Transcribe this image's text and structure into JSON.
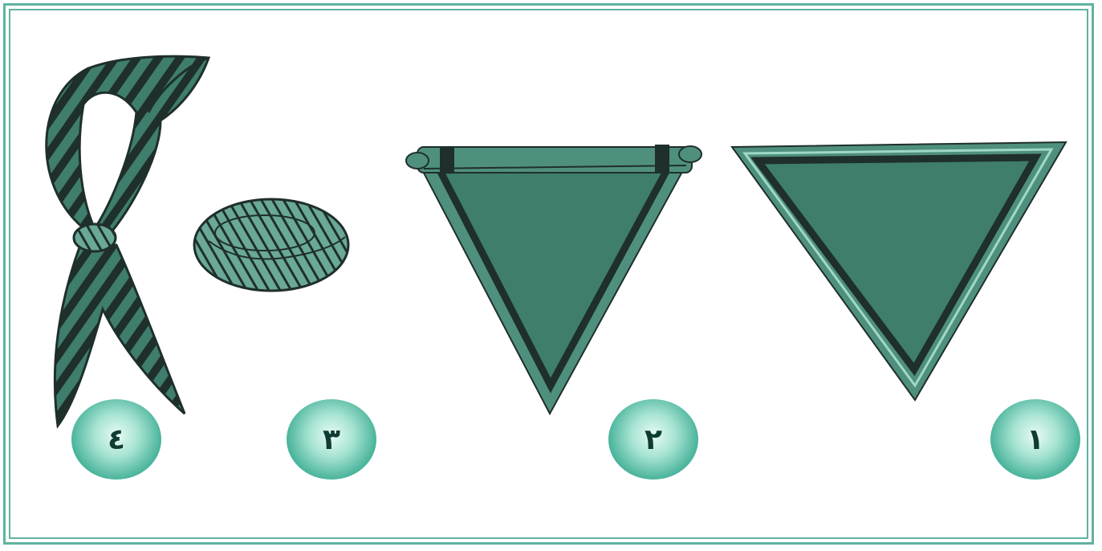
{
  "badges": {
    "b1": "١",
    "b2": "٢",
    "b3": "٣",
    "b4": "٤"
  },
  "colors": {
    "fabric": "#3f7d6c",
    "dark": "#1f2f2b",
    "light": "#7ec7b3",
    "frame": "#5fb3a0"
  },
  "figures": [
    {
      "id": "1",
      "icon": "flat-scarf-triangle-icon"
    },
    {
      "id": "2",
      "icon": "folded-scarf-triangle-icon"
    },
    {
      "id": "3",
      "icon": "scarf-woggle-ring-icon"
    },
    {
      "id": "4",
      "icon": "tied-scarf-icon"
    }
  ]
}
